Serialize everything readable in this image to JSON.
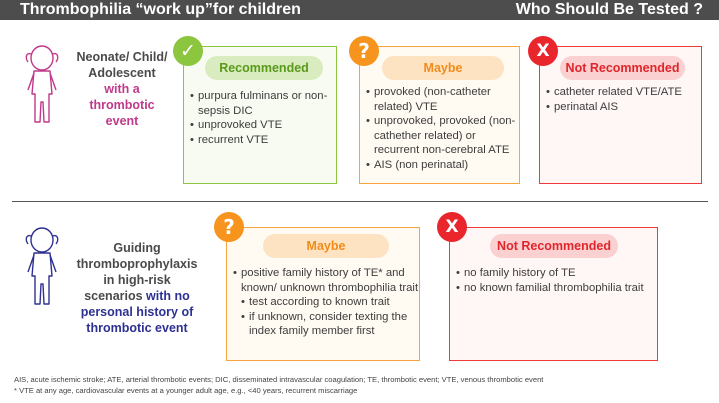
{
  "header": {
    "title": "Thrombophilia “work up”for children",
    "subtitle": "Who Should Be Tested ?"
  },
  "colors": {
    "green": "#8cc63f",
    "orange": "#f7941d",
    "red": "#e8262c",
    "pink": "#c0398a",
    "blue": "#2e3192"
  },
  "row1": {
    "profile_lines": [
      "Neonate/ Child/",
      "Adolescent"
    ],
    "profile_emphasis": [
      "with a",
      "thrombotic",
      "event"
    ],
    "recommended": {
      "badge": "✓",
      "label": "Recommended",
      "items": [
        "purpura fulminans or non-sepsis DIC",
        "unprovoked VTE",
        "recurrent VTE"
      ]
    },
    "maybe": {
      "badge": "?",
      "label": "Maybe",
      "items": [
        "provoked (non-catheter related) VTE",
        "unprovoked, provoked (non-cathether related) or recurrent non-cerebral ATE",
        "AIS (non perinatal)"
      ]
    },
    "not_recommended": {
      "badge": "X",
      "label": "Not Recommended",
      "items": [
        "catheter related VTE/ATE",
        "perinatal AIS"
      ]
    }
  },
  "row2": {
    "profile_lines": [
      "Guiding",
      "thromboprophylaxis",
      "in high-risk"
    ],
    "profile_mixed_pre": "scenarios ",
    "profile_mixed_em": "with no",
    "profile_emphasis": [
      "personal history of",
      "thrombotic event"
    ],
    "maybe": {
      "badge": "?",
      "label": "Maybe",
      "items": [
        "positive family history of TE* and known/ unknown thrombophilia trait"
      ],
      "subitems": [
        "test according to known trait",
        "if unknown, consider texting the index family member first"
      ]
    },
    "not_recommended": {
      "badge": "X",
      "label": "Not Recommended",
      "items": [
        "no family history of TE",
        "no known familial thrombophilia trait"
      ]
    }
  },
  "footnotes": {
    "abbrev": "AIS, acute ischemic stroke; ATE, arterial thrombotic events; DIC, disseminated intravascular coagulation; TE, thrombotic event; VTE, venous thrombotic event",
    "asterisk": "* VTE at any age, cardiovascular events at a younger adult age, e.g., <40 years, recurrent miscarriage"
  }
}
